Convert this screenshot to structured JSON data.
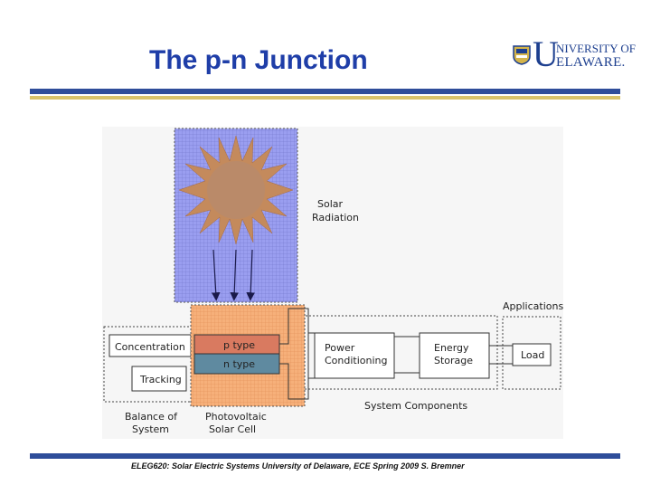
{
  "slide": {
    "title": "The p-n Junction",
    "footer": "ELEG620: Solar Electric Systems  University of Delaware, ECE Spring 2009  S. Bremner"
  },
  "logo": {
    "big_letter": "U",
    "line1": "NIVERSITY OF",
    "line2": "ELAWARE."
  },
  "colors": {
    "title": "#1f3ea8",
    "rule_blue": "#2e4d9a",
    "rule_gold": "#d8c36a",
    "sun_panel": "#9a9ef0",
    "sun": "#c48a5c",
    "cell_panel": "#f6b07a",
    "p_type": "#d97a60",
    "n_type": "#5f8aa0"
  },
  "diagram": {
    "solar_radiation": [
      "Solar",
      "Radiation"
    ],
    "applications": "Applications",
    "concentration": "Concentration",
    "tracking": "Tracking",
    "p_type": "p type",
    "n_type": "n type",
    "power_conditioning": [
      "Power",
      "Conditioning"
    ],
    "energy_storage": [
      "Energy",
      "Storage"
    ],
    "load": "Load",
    "system_components": "System Components",
    "balance_of_system": [
      "Balance of",
      "System"
    ],
    "photovoltaic_solar_cell": [
      "Photovoltaic",
      "Solar Cell"
    ]
  }
}
